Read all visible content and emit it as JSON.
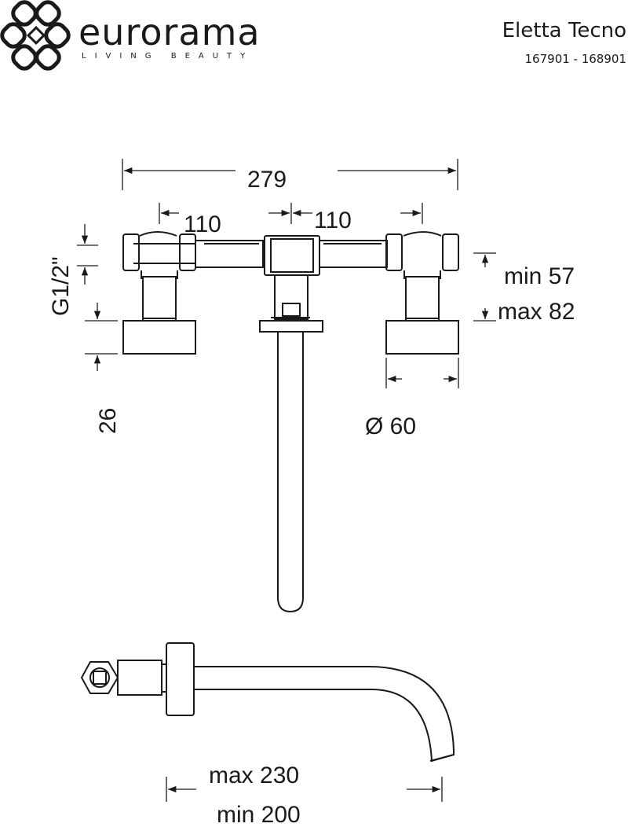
{
  "brand": {
    "name": "eurorama",
    "tagline": "LIVING BEAUTY"
  },
  "product": {
    "title": "Eletta Tecno",
    "codes": "167901 - 168901"
  },
  "dimensions": {
    "overall_width": "279",
    "left_spacing": "110",
    "right_spacing": "110",
    "thread": "G1/2\"",
    "min_depth": "min 57",
    "max_depth": "max 82",
    "rosette_height": "26",
    "rosette_diameter": "Ø 60",
    "spout_max": "max 230",
    "spout_min": "min 200"
  },
  "colors": {
    "line": "#1a1a1a"
  }
}
